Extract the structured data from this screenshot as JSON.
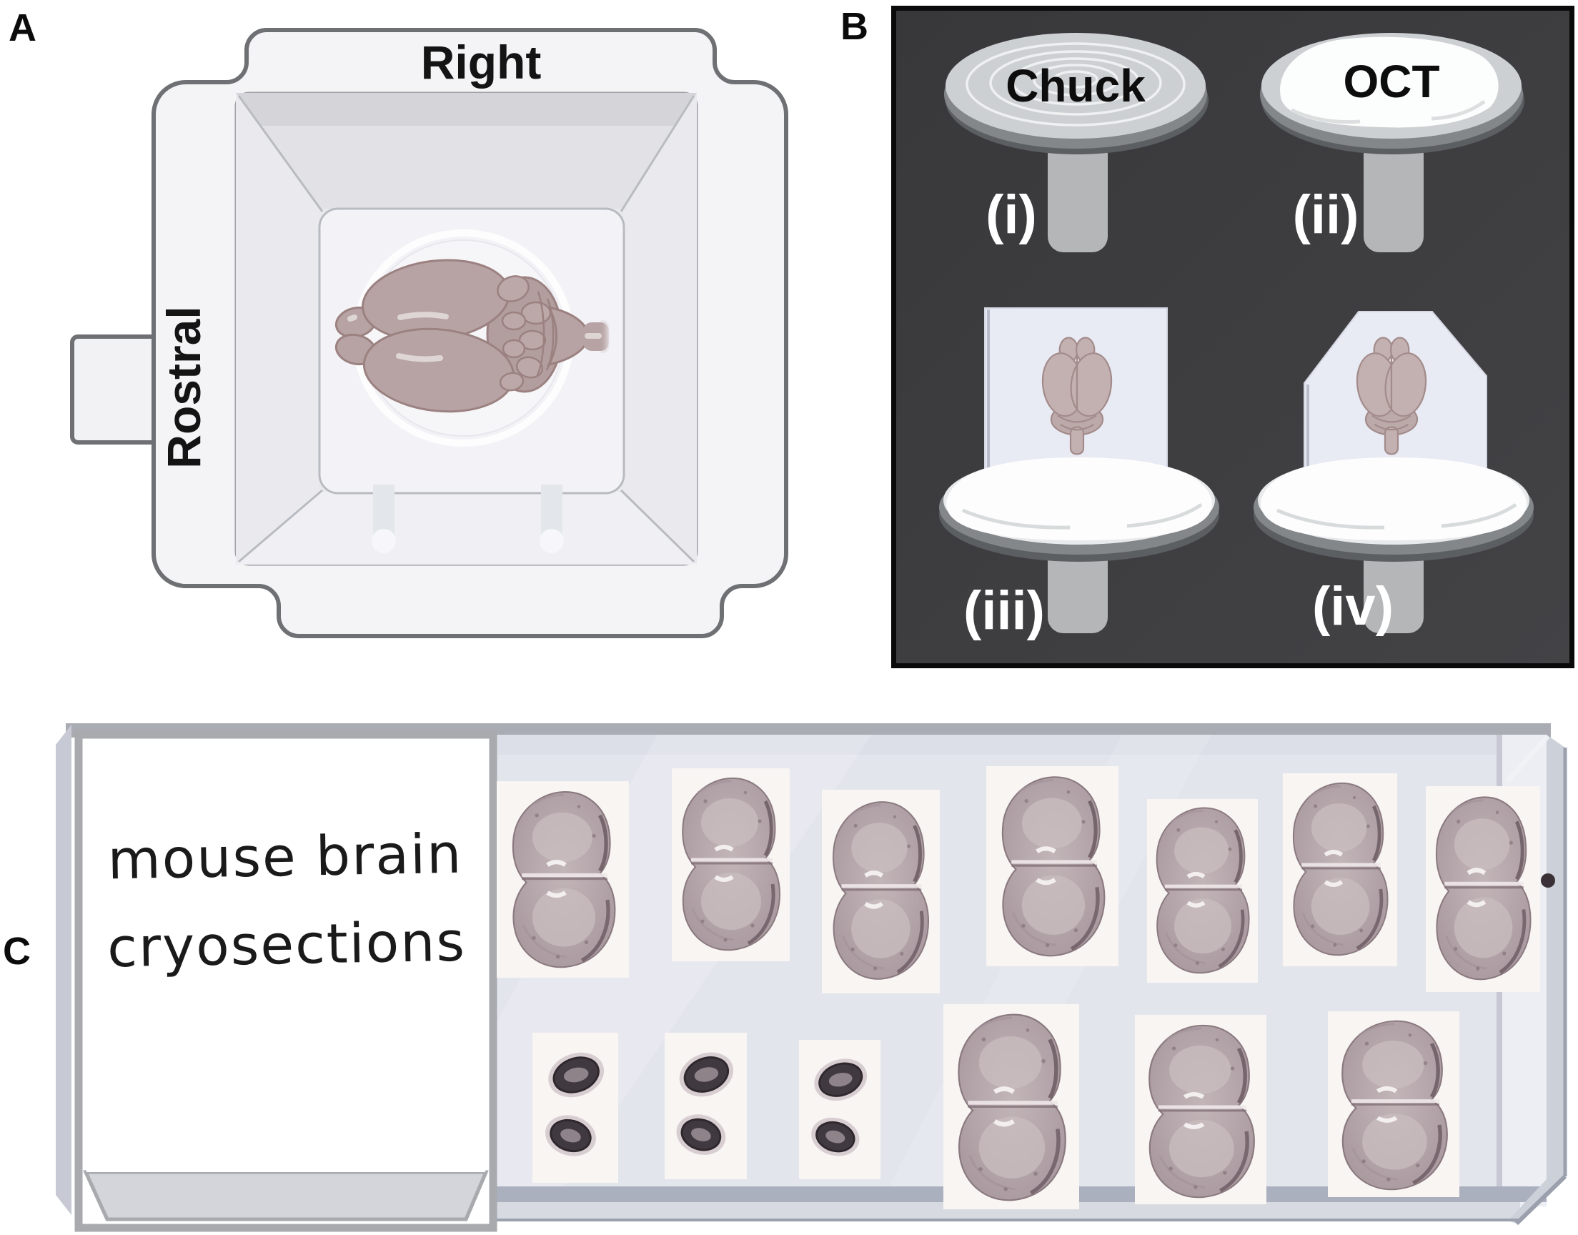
{
  "panels": {
    "a": {
      "letter": "A",
      "orientation_top": "Right",
      "orientation_left": "Rostral",
      "illustration": "cryomold-top-view-with-mouse-brain-dorsal"
    },
    "b": {
      "letter": "B",
      "background_color": "#3b3b3d",
      "steps": [
        {
          "label": "(i)",
          "caption": "Chuck",
          "illustration": "chuck-disc-with-stem"
        },
        {
          "label": "(ii)",
          "caption": "OCT",
          "illustration": "chuck-with-oct-compound"
        },
        {
          "label": "(iii)",
          "caption": "",
          "illustration": "frozen-oct-block-with-brain-on-chuck"
        },
        {
          "label": "(iv)",
          "caption": "",
          "illustration": "trimmed-oct-block-with-brain-on-chuck"
        }
      ]
    },
    "c": {
      "letter": "C",
      "slide_label": {
        "line1": "mouse brain",
        "line2": "cryosections"
      },
      "sections": {
        "top_row_coronal_count": 7,
        "bottom_row_cerebellar_count": 3,
        "bottom_row_coronal_count": 3
      },
      "illustration": "glass-slide-with-brain-cryosections"
    }
  },
  "colors": {
    "panel_b_background": "#3b3b3d",
    "panel_b_border": "#0a0a0a",
    "mold_fill": "#f4f4f6",
    "mold_outline": "#6e7073",
    "brain_fill": "#b7a3a3",
    "brain_outline": "#9c8181",
    "chuck_disc": "#cdd0d2",
    "chuck_stem": "#b5b6b8",
    "oct_white": "#fcfdfd",
    "block_fill": "#e9ebf4",
    "slide_surface": "#e3e5ed",
    "slide_frame": "#a8abaf",
    "section_tissue": "#ad9ea4",
    "section_dark_ring": "#413940",
    "section_patch": "#f8f5f3"
  }
}
